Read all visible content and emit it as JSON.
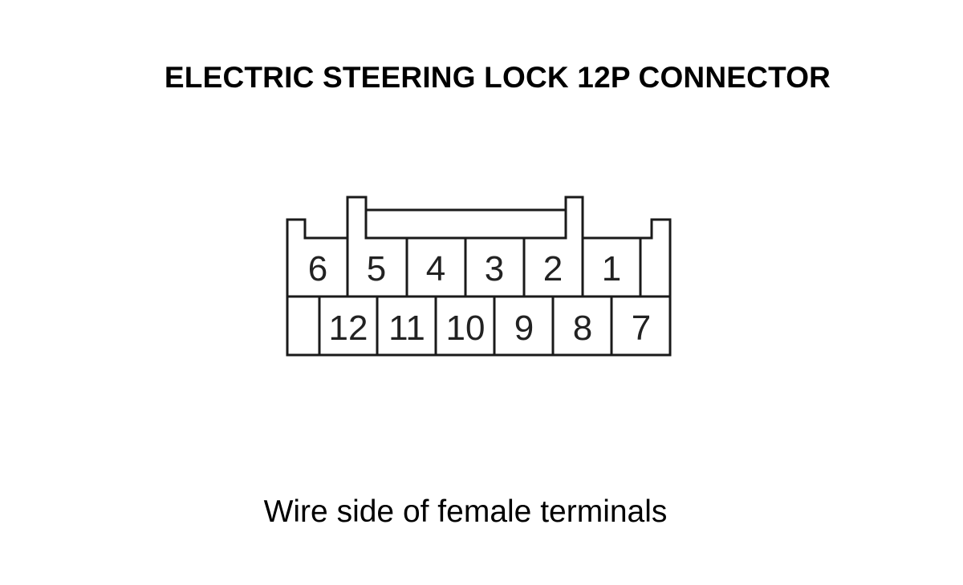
{
  "diagram": {
    "title": "ELECTRIC STEERING LOCK 12P CONNECTOR",
    "caption": "Wire side of female terminals",
    "top_row_pins": [
      "6",
      "5",
      "4",
      "3",
      "2",
      "1"
    ],
    "bottom_row_pins": [
      "12",
      "11",
      "10",
      "9",
      "8",
      "7"
    ],
    "line_color": "#1a1a1a"
  }
}
